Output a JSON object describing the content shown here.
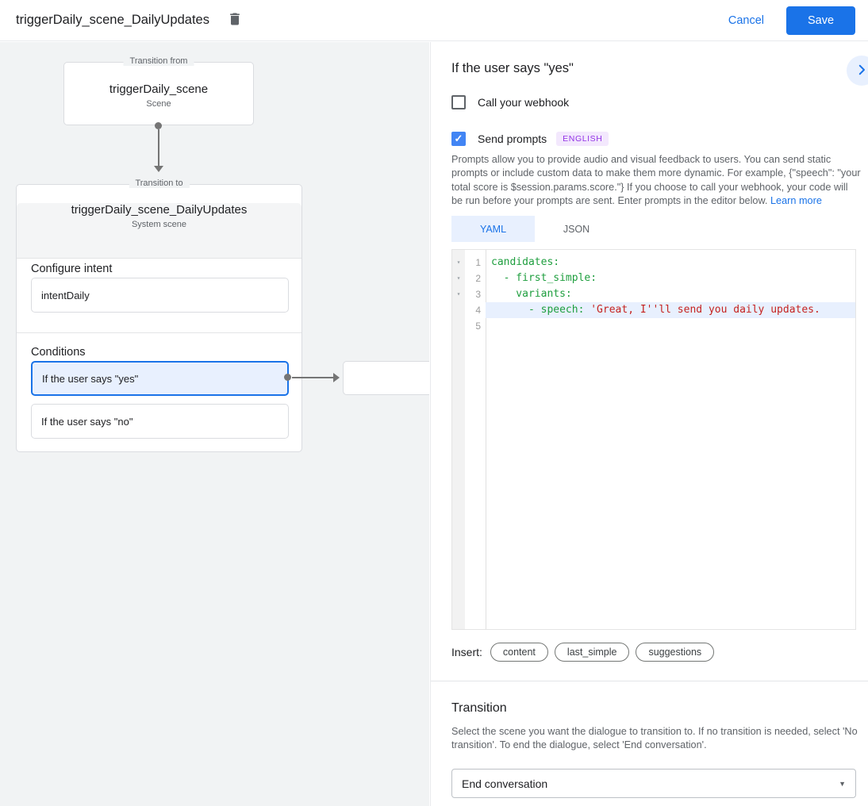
{
  "header": {
    "title": "triggerDaily_scene_DailyUpdates",
    "cancel_label": "Cancel",
    "save_label": "Save"
  },
  "canvas": {
    "from_node": {
      "legend": "Transition from",
      "title": "triggerDaily_scene",
      "subtitle": "Scene"
    },
    "to_node": {
      "legend": "Transition to",
      "title": "triggerDaily_scene_DailyUpdates",
      "subtitle": "System scene",
      "configure_intent_label": "Configure intent",
      "intent_value": "intentDaily",
      "conditions_label": "Conditions",
      "conditions": [
        {
          "label": "If the user says \"yes\"",
          "selected": true
        },
        {
          "label": "If the user says \"no\"",
          "selected": false
        }
      ]
    }
  },
  "panel": {
    "title": "If the user says \"yes\"",
    "webhook": {
      "label": "Call your webhook",
      "checked": false
    },
    "send_prompts": {
      "label": "Send prompts",
      "badge": "ENGLISH",
      "checked": true
    },
    "description": "Prompts allow you to provide audio and visual feedback to users. You can send static prompts or include custom data to make them more dynamic. For example, {\"speech\": \"your total score is $session.params.score.\"} If you choose to call your webhook, your code will be run before your prompts are sent. Enter prompts in the editor below. ",
    "learn_more_label": "Learn more",
    "tabs": [
      {
        "label": "YAML",
        "active": true
      },
      {
        "label": "JSON",
        "active": false
      }
    ],
    "editor": {
      "lines": [
        {
          "num": "1",
          "fold": "▾",
          "highlight": false,
          "parts": [
            {
              "t": "candidates:",
              "c": "g"
            }
          ]
        },
        {
          "num": "2",
          "fold": "▾",
          "highlight": false,
          "parts": [
            {
              "t": "  - first_simple:",
              "c": "g"
            }
          ]
        },
        {
          "num": "3",
          "fold": "▾",
          "highlight": false,
          "parts": [
            {
              "t": "    variants:",
              "c": "g"
            }
          ]
        },
        {
          "num": "4",
          "fold": "",
          "highlight": true,
          "parts": [
            {
              "t": "      - speech: ",
              "c": "g"
            },
            {
              "t": "'Great, I''ll send you daily updates.",
              "c": "r"
            }
          ]
        },
        {
          "num": "5",
          "fold": "",
          "highlight": false,
          "parts": []
        }
      ]
    },
    "insert": {
      "label": "Insert:",
      "chips": [
        "content",
        "last_simple",
        "suggestions"
      ]
    },
    "transition": {
      "title": "Transition",
      "description": "Select the scene you want the dialogue to transition to. If no transition is needed, select 'No transition'. To end the dialogue, select 'End conversation'.",
      "selected_value": "End conversation"
    }
  }
}
